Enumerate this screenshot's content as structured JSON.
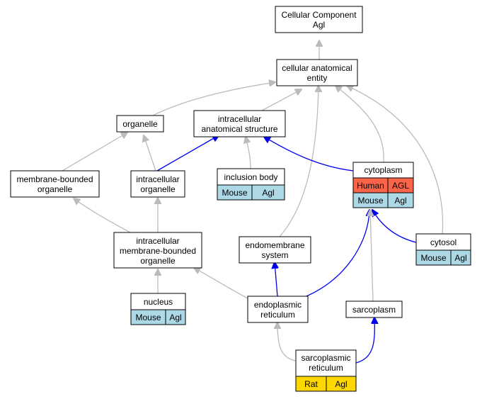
{
  "nodes": {
    "cellular_component": {
      "line1": "Cellular Component",
      "line2": "Agl"
    },
    "cellular_anatomical_entity": {
      "line1": "cellular anatomical",
      "line2": "entity"
    },
    "organelle": {
      "label": "organelle"
    },
    "intracellular_anatomical_structure": {
      "line1": "intracellular",
      "line2": "anatomical structure"
    },
    "membrane_bounded_organelle": {
      "line1": "membrane-bounded",
      "line2": "organelle"
    },
    "intracellular_organelle": {
      "line1": "intracellular",
      "line2": "organelle"
    },
    "inclusion_body": {
      "label": "inclusion body",
      "cells": [
        "Mouse",
        "Agl"
      ]
    },
    "cytoplasm": {
      "label": "cytoplasm",
      "row1": [
        "Human",
        "AGL"
      ],
      "row2": [
        "Mouse",
        "Agl"
      ]
    },
    "intracellular_membrane_bounded_organelle": {
      "line1": "intracellular",
      "line2": "membrane-bounded",
      "line3": "organelle"
    },
    "endomembrane_system": {
      "line1": "endomembrane",
      "line2": "system"
    },
    "cytosol": {
      "label": "cytosol",
      "cells": [
        "Mouse",
        "Agl"
      ]
    },
    "nucleus": {
      "label": "nucleus",
      "cells": [
        "Mouse",
        "Agl"
      ]
    },
    "endoplasmic_reticulum": {
      "line1": "endoplasmic",
      "line2": "reticulum"
    },
    "sarcoplasm": {
      "label": "sarcoplasm"
    },
    "sarcoplasmic_reticulum": {
      "line1": "sarcoplasmic",
      "line2": "reticulum",
      "cells": [
        "Rat",
        "Agl"
      ]
    }
  },
  "colors": {
    "mouse": "#add8e6",
    "human": "#fa6449",
    "rat": "#ffd700",
    "edge_is_a": "#bbbbbb",
    "edge_part_of": "#0000ee"
  }
}
